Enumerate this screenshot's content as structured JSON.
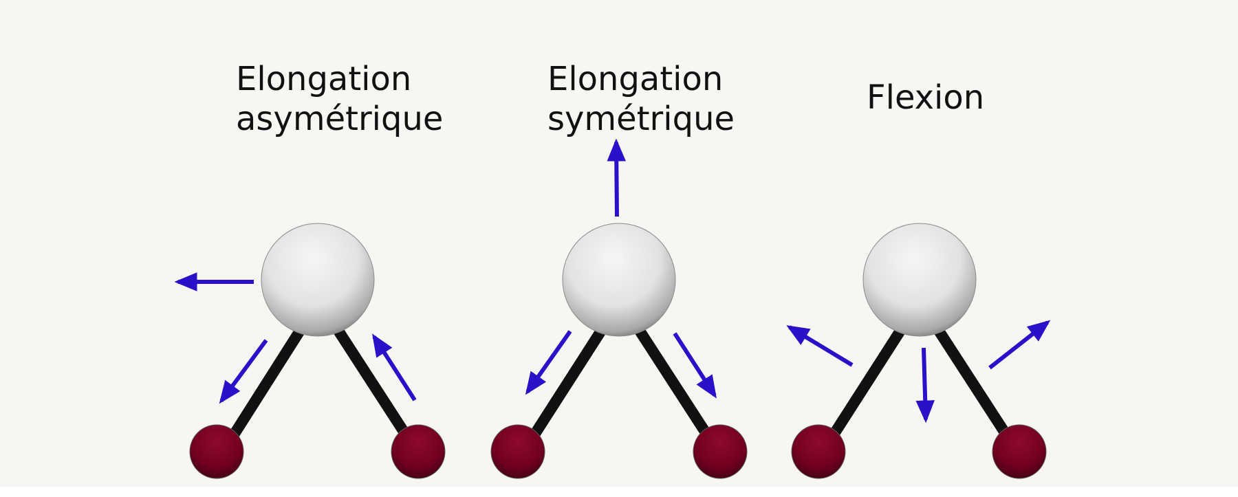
{
  "panels": [
    {
      "title_line1": "Elongation",
      "title_line2": "asymétrique"
    },
    {
      "title_line1": "Elongation",
      "title_line2": "symétrique"
    },
    {
      "title_line1": "Flexion",
      "title_line2": ""
    }
  ],
  "colors": {
    "background": "#f8f6f3",
    "arrow": "#2a10c8",
    "bond": "#111111",
    "central_atom": "#e6e6e6",
    "outer_atom": "#7a0020"
  }
}
